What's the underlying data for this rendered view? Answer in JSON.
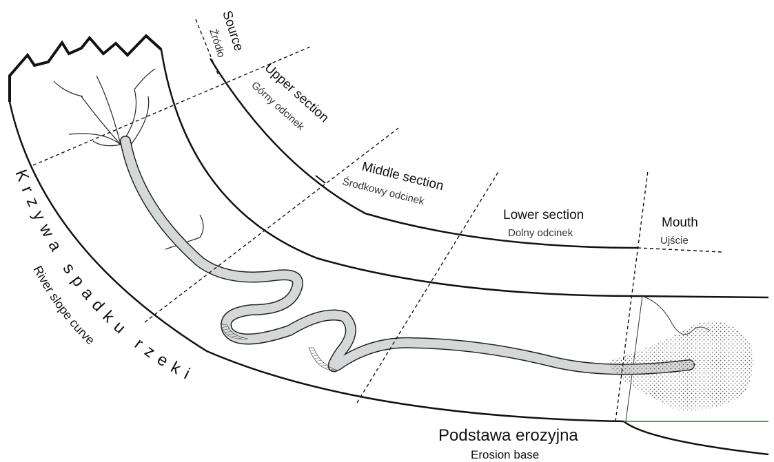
{
  "source": {
    "en": "Source",
    "pl": "Źródło"
  },
  "upper": {
    "en": "Upper section",
    "pl": "Górny odcinek"
  },
  "middle": {
    "en": "Middle section",
    "pl": "Środkowy odcinek"
  },
  "lower": {
    "en": "Lower section",
    "pl": "Dolny odcinek"
  },
  "mouth": {
    "en": "Mouth",
    "pl": "Ujście"
  },
  "slope_curve": {
    "pl": "Krzywa spadku rzeki",
    "en": "River slope curve"
  },
  "erosion_base": {
    "pl": "Podstawa erozyjna",
    "en": "Erosion base"
  }
}
